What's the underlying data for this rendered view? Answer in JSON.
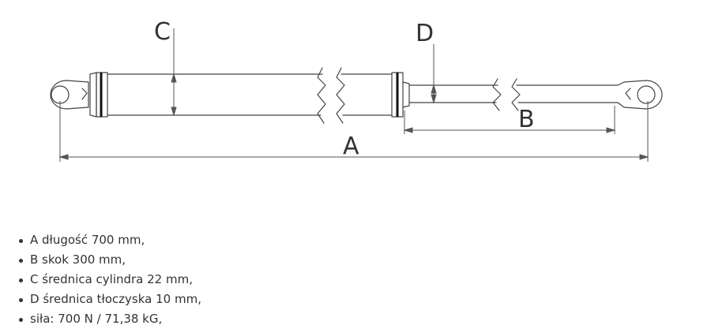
{
  "diagram": {
    "labels": {
      "a": "A",
      "b": "B",
      "c": "C",
      "d": "D"
    }
  },
  "specs": [
    "A długość 700 mm,",
    "B skok 300 mm,",
    "C średnica cylindra 22 mm,",
    "D średnica tłoczyska 10 mm,",
    "siła: 700 N / 71,38 kG,"
  ]
}
